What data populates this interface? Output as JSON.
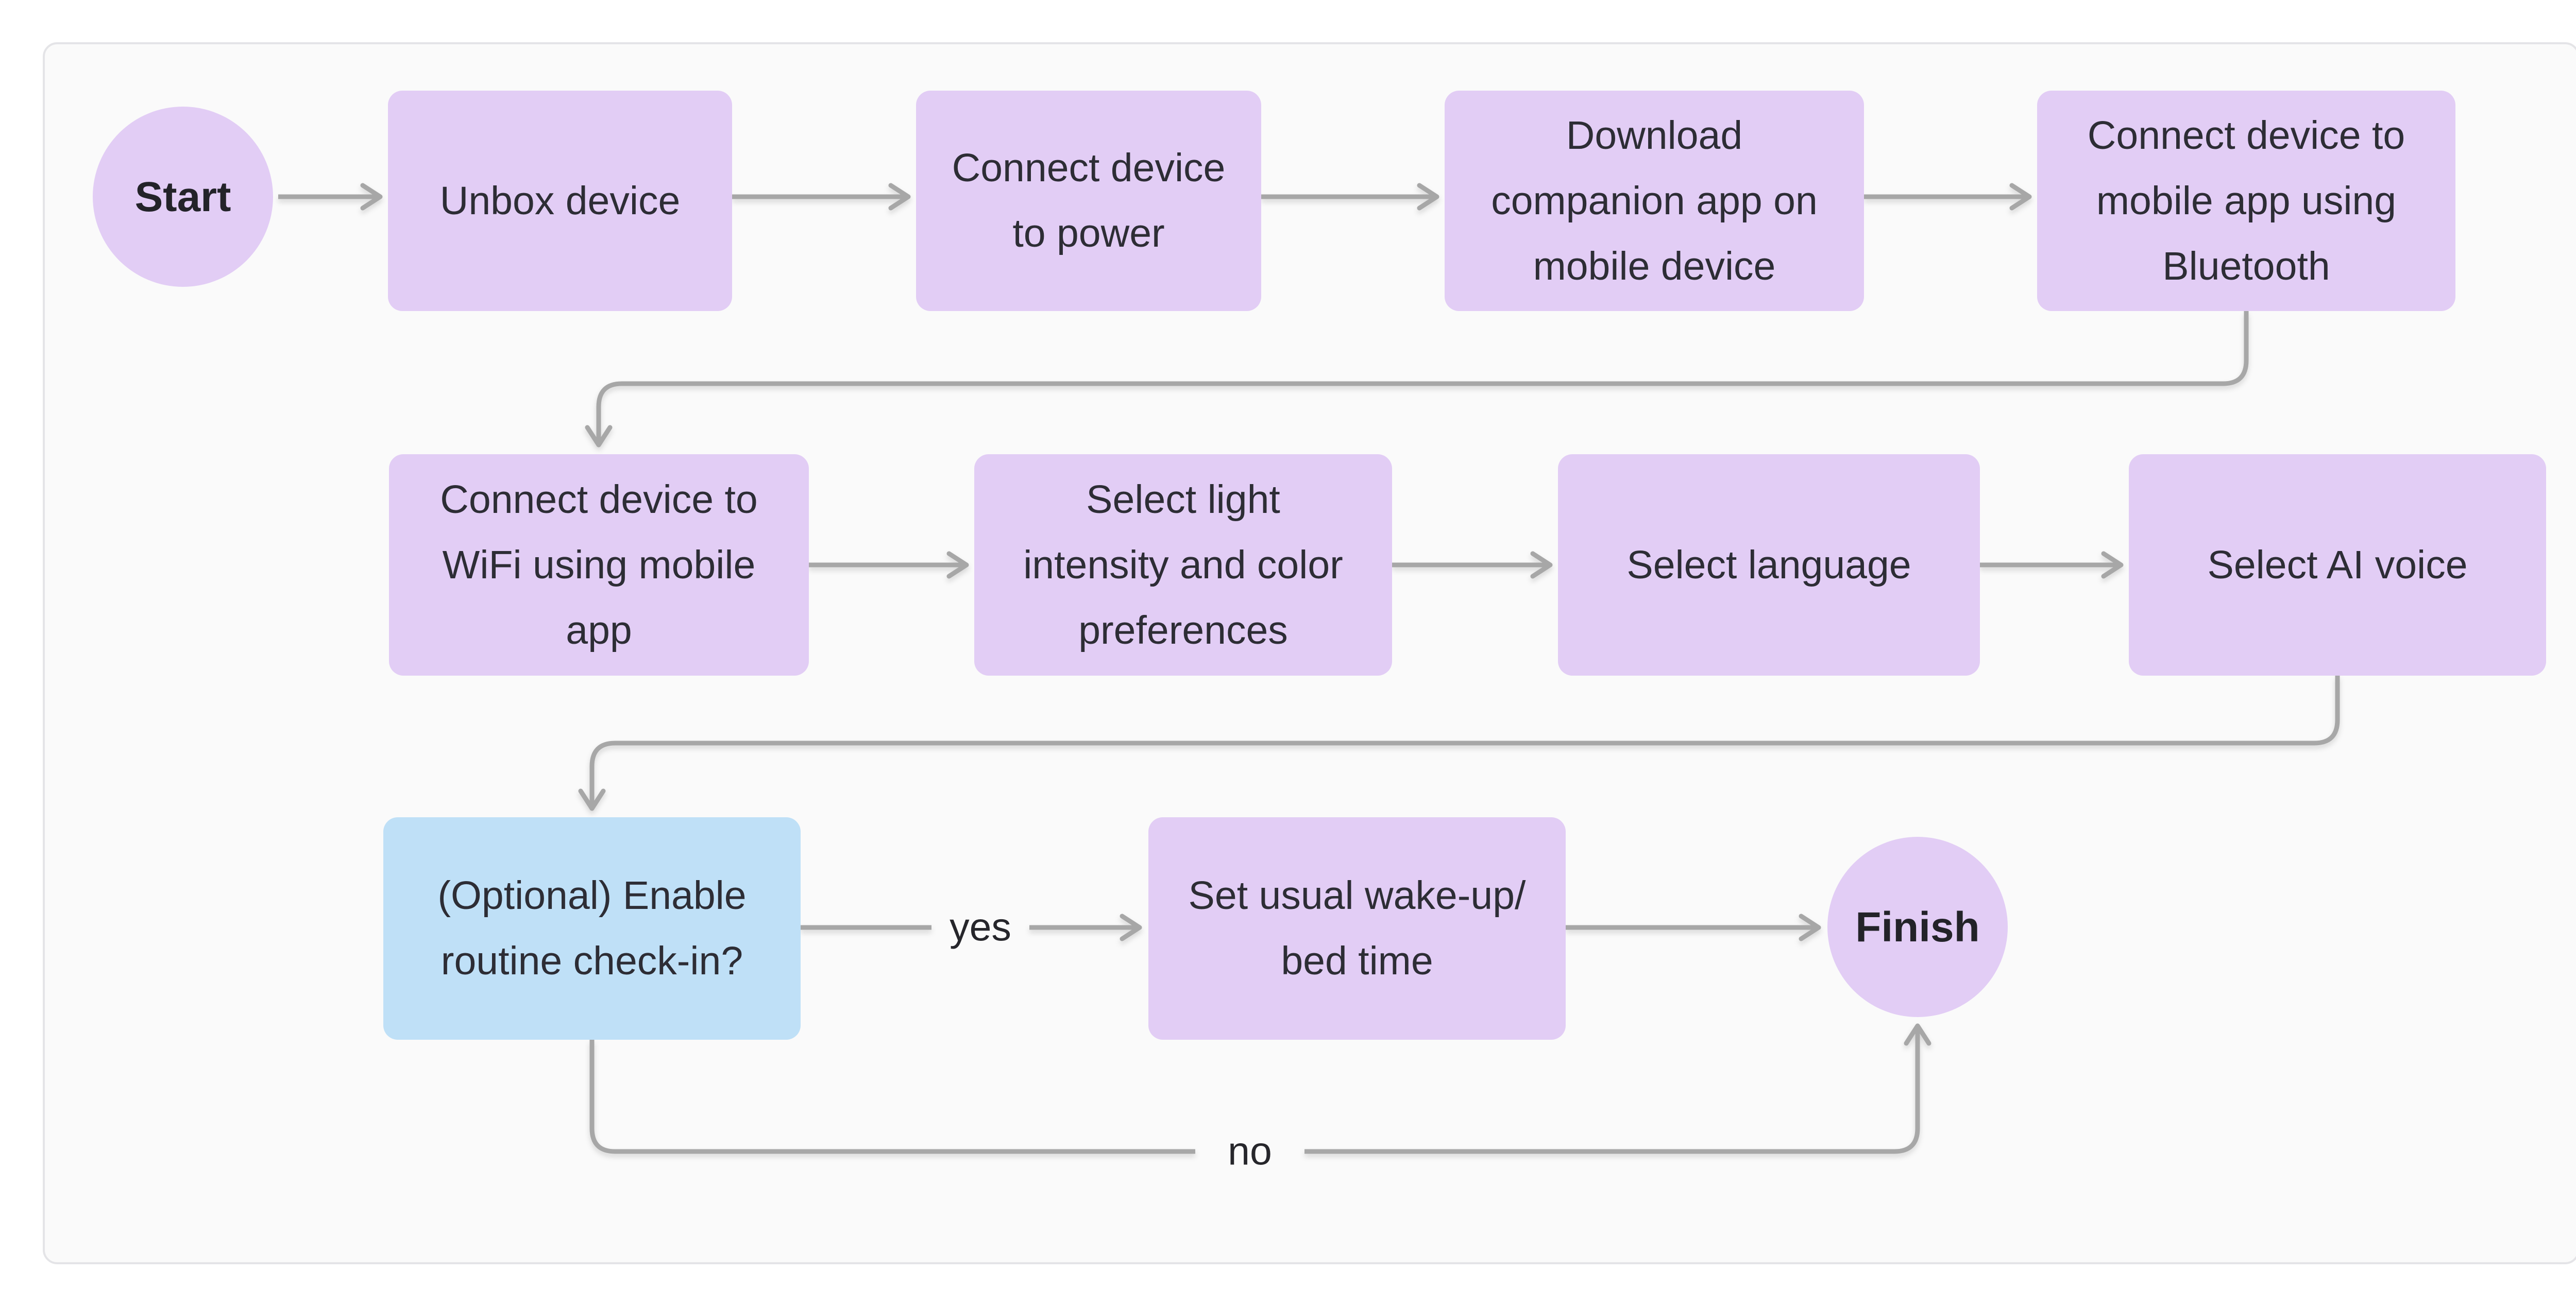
{
  "flowchart": {
    "nodes": {
      "start": {
        "label": "Start",
        "shape": "circle"
      },
      "unbox": {
        "label": "Unbox device",
        "shape": "rect"
      },
      "connect_power": {
        "label": "Connect device\nto power",
        "shape": "rect"
      },
      "download_app": {
        "label": "Download\ncompanion app on\nmobile device",
        "shape": "rect"
      },
      "connect_bluetooth": {
        "label": "Connect device to\nmobile app using\nBluetooth",
        "shape": "rect"
      },
      "connect_wifi": {
        "label": "Connect device to\nWiFi using mobile\napp",
        "shape": "rect"
      },
      "light_prefs": {
        "label": "Select light\nintensity and color\npreferences",
        "shape": "rect"
      },
      "select_language": {
        "label": "Select language",
        "shape": "rect"
      },
      "select_ai_voice": {
        "label": "Select AI voice",
        "shape": "rect"
      },
      "routine_checkin": {
        "label": "(Optional) Enable\nroutine check-in?",
        "shape": "rect",
        "variant": "decision-blue"
      },
      "wake_bed_time": {
        "label": "Set usual wake-up/\nbed time",
        "shape": "rect"
      },
      "finish": {
        "label": "Finish",
        "shape": "circle"
      }
    },
    "edge_labels": {
      "yes": "yes",
      "no": "no"
    },
    "edges": [
      {
        "from": "start",
        "to": "unbox"
      },
      {
        "from": "unbox",
        "to": "connect_power"
      },
      {
        "from": "connect_power",
        "to": "download_app"
      },
      {
        "from": "download_app",
        "to": "connect_bluetooth"
      },
      {
        "from": "connect_bluetooth",
        "to": "connect_wifi"
      },
      {
        "from": "connect_wifi",
        "to": "light_prefs"
      },
      {
        "from": "light_prefs",
        "to": "select_language"
      },
      {
        "from": "select_language",
        "to": "select_ai_voice"
      },
      {
        "from": "select_ai_voice",
        "to": "routine_checkin"
      },
      {
        "from": "routine_checkin",
        "to": "wake_bed_time",
        "label": "yes"
      },
      {
        "from": "wake_bed_time",
        "to": "finish"
      },
      {
        "from": "routine_checkin",
        "to": "finish",
        "label": "no"
      }
    ],
    "colors": {
      "node_purple": "#e2cdf5",
      "node_blue": "#bfe0f7",
      "connector_gray": "#a7a7a7",
      "text": "#2d2d35",
      "canvas_background": "#fafafa",
      "canvas_border": "#e4e4e7",
      "page_background": "#ffffff"
    }
  }
}
